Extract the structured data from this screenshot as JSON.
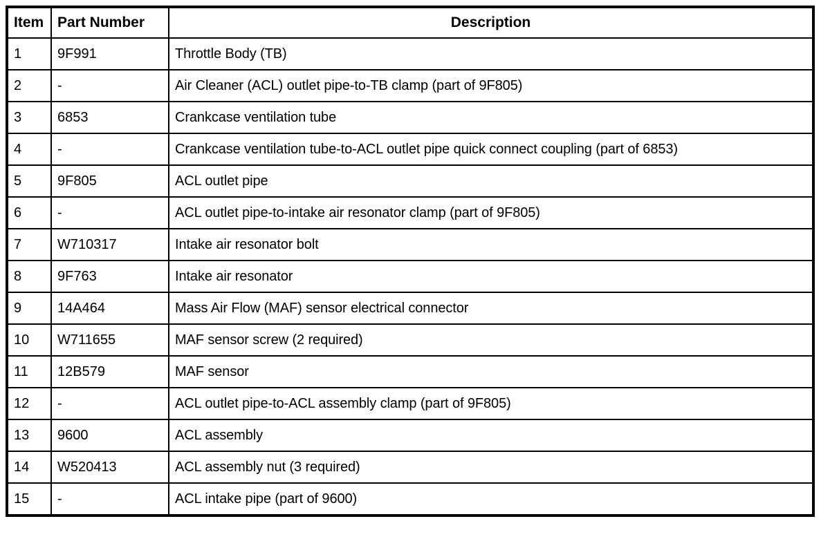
{
  "table": {
    "columns": [
      {
        "key": "item",
        "label": "Item"
      },
      {
        "key": "part_number",
        "label": "Part Number"
      },
      {
        "key": "description",
        "label": "Description"
      }
    ],
    "rows": [
      {
        "item": "1",
        "part_number": "9F991",
        "description": "Throttle Body (TB)"
      },
      {
        "item": "2",
        "part_number": "-",
        "description": "Air Cleaner (ACL) outlet pipe-to-TB clamp (part of 9F805)"
      },
      {
        "item": "3",
        "part_number": "6853",
        "description": "Crankcase ventilation tube"
      },
      {
        "item": "4",
        "part_number": "-",
        "description": "Crankcase ventilation tube-to-ACL outlet pipe quick connect coupling (part of 6853)"
      },
      {
        "item": "5",
        "part_number": "9F805",
        "description": "ACL outlet pipe"
      },
      {
        "item": "6",
        "part_number": "-",
        "description": "ACL outlet pipe-to-intake air resonator clamp (part of 9F805)"
      },
      {
        "item": "7",
        "part_number": "W710317",
        "description": "Intake air resonator bolt"
      },
      {
        "item": "8",
        "part_number": "9F763",
        "description": "Intake air resonator"
      },
      {
        "item": "9",
        "part_number": "14A464",
        "description": "Mass Air Flow (MAF) sensor electrical connector"
      },
      {
        "item": "10",
        "part_number": "W711655",
        "description": "MAF sensor screw (2 required)"
      },
      {
        "item": "11",
        "part_number": "12B579",
        "description": "MAF sensor"
      },
      {
        "item": "12",
        "part_number": "-",
        "description": "ACL outlet pipe-to-ACL assembly clamp (part of 9F805)"
      },
      {
        "item": "13",
        "part_number": "9600",
        "description": "ACL assembly"
      },
      {
        "item": "14",
        "part_number": "W520413",
        "description": "ACL assembly nut (3 required)"
      },
      {
        "item": "15",
        "part_number": "-",
        "description": "ACL intake pipe (part of 9600)"
      }
    ]
  },
  "colors": {
    "border": "#000000",
    "text": "#000000",
    "background": "#ffffff"
  }
}
